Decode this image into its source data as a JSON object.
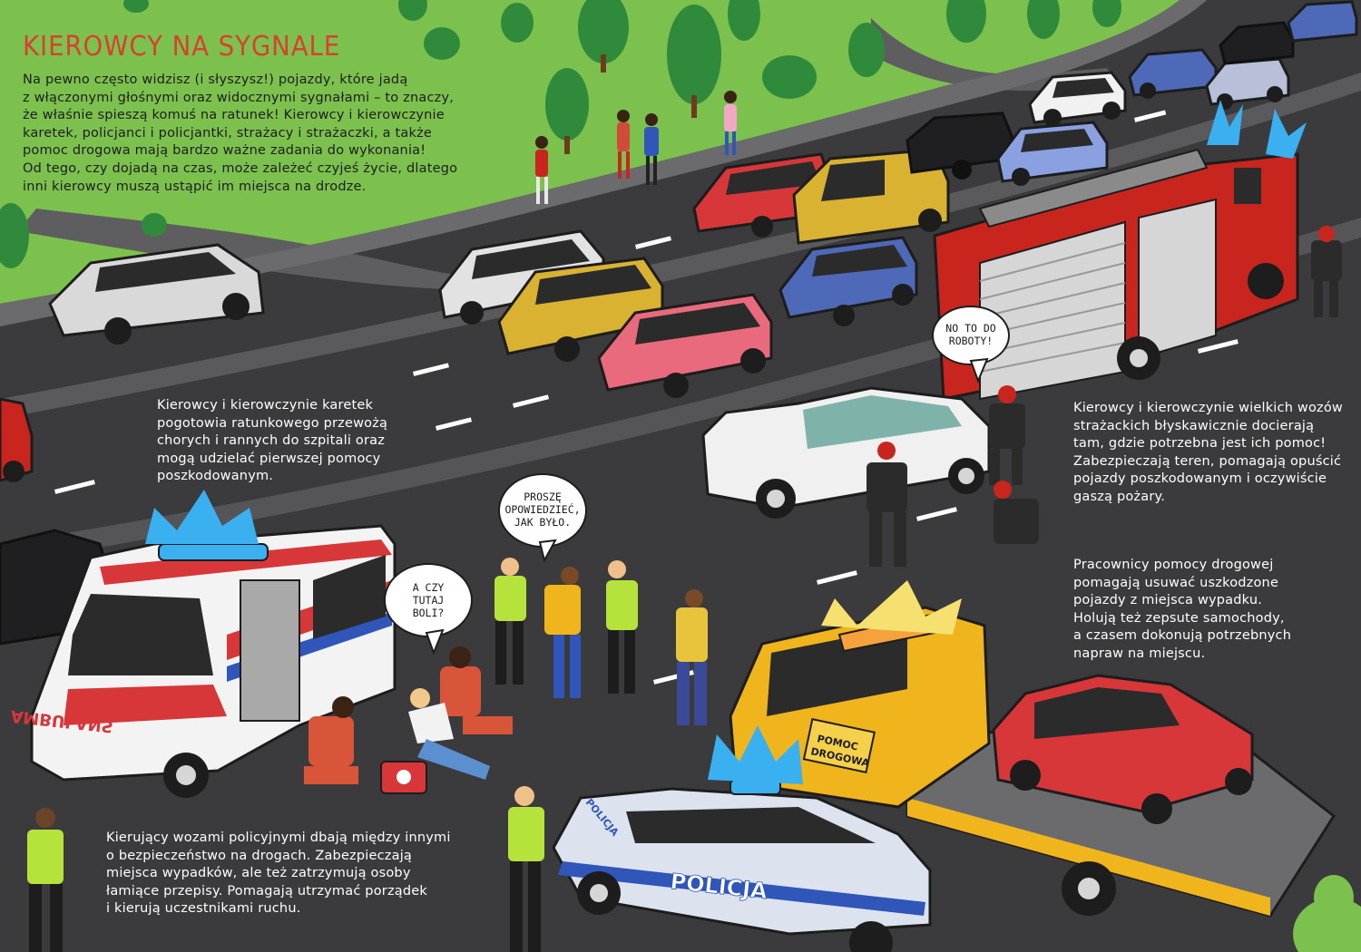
{
  "title": "KIEROWCY NA SYGNALE",
  "intro": "Na pewno często widzisz (i słyszysz!) pojazdy, które jadą\nz włączonymi głośnymi oraz widocznymi sygnałami – to znaczy,\nże właśnie spieszą komuś na ratunek! Kierowcy i kierowczynie\nkaretek, policjanci i policjantki, strażacy i strażaczki, a także\npomoc drogowa mają bardzo ważne zadania do wykonania!\nOd tego, czy dojadą na czas, może zależeć czyjeś życie, dlatego\ninni kierowcy muszą ustąpić im miejsca na drodze.",
  "captions": {
    "ambulance": "Kierowcy i kierowczynie karetek\npogotowia ratunkowego przewożą\nchorych i rannych do szpitali oraz\nmogą udzielać pierwszej pomocy\nposzkodowanym.",
    "firefighters": "Kierowcy i kierowczynie wielkich wozów\nstrażackich błyskawicznie docierają\ntam, gdzie potrzebna jest ich pomoc!\nZabezpieczają teren, pomagają opuścić\npojazdy poszkodowanym i oczywiście\ngaszą pożary.",
    "tow": "Pracownicy pomocy drogowej\npomagają usuwać uszkodzone\npojazdy z miejsca wypadku.\nHolują też zepsute samochody,\na czasem dokonują potrzebnych\nnapraw na miejscu.",
    "police": "Kierujący wozami policyjnymi dbają między innymi\no bezpieczeństwo na drogach. Zabezpieczają\nmiejsca wypadków, ale też zatrzymują osoby\nłamiące przepisy. Pomagają utrzymać porządek\ni kierują uczestnikami ruchu."
  },
  "bubbles": {
    "firefighter": "NO TO DO\nROBOTY!",
    "police_officer": "PROSZĘ\nOPOWIEDZIEĆ,\nJAK BYŁO.",
    "paramedic": "A CZY\nTUTAJ\nBOLI?"
  },
  "vehicle_labels": {
    "ambulance": "AMBULANS",
    "police_side": "POLICJA",
    "police_hood": "POLICJA",
    "tow_sign_line1": "POMOC",
    "tow_sign_line2": "DROGOWA"
  },
  "colors": {
    "grass": "#7cc04e",
    "road": "#3c3c3e",
    "title": "#d8412f",
    "fire_truck": "#c8251e",
    "tow_truck": "#f0b51c",
    "police_blue": "#2f56b8",
    "siren": "#3ab0f0"
  }
}
